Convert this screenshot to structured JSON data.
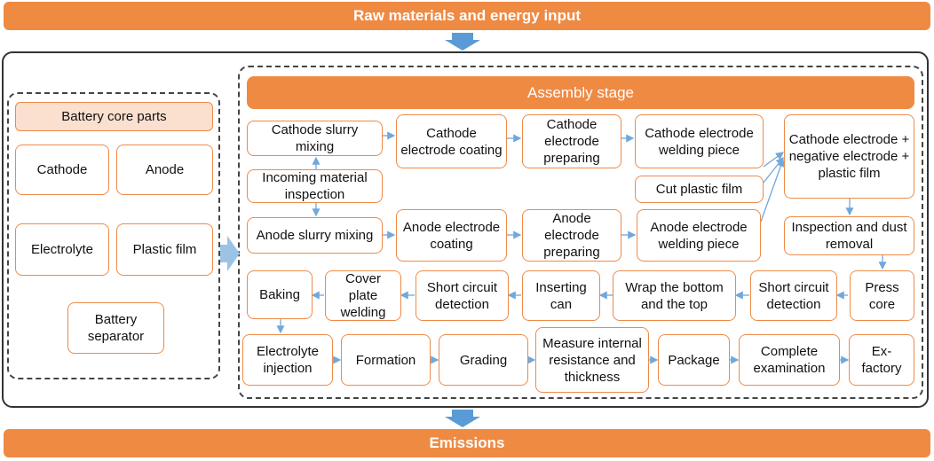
{
  "colors": {
    "accent": "#ef8a43",
    "box_border": "#ee8a47",
    "parts_head_bg": "#fbe0d0",
    "arrow_blue": "#6fa8dc",
    "big_arrow_blue": "#5b9bd5"
  },
  "header": {
    "title": "Raw materials and energy input"
  },
  "footer": {
    "title": "Emissions"
  },
  "battery_core": {
    "title": "Battery core parts",
    "parts": [
      "Cathode",
      "Anode",
      "Electrolyte",
      "Plastic film",
      "Battery separator"
    ]
  },
  "assembly": {
    "title": "Assembly stage",
    "steps": {
      "cathode_slurry": "Cathode slurry mixing",
      "incoming": "Incoming material inspection",
      "anode_slurry": "Anode slurry mixing",
      "cathode_coating": "Cathode electrode coating",
      "cathode_preparing": "Cathode electrode preparing",
      "cathode_welding": "Cathode electrode welding piece",
      "cut_film": "Cut plastic film",
      "anode_coating": "Anode electrode coating",
      "anode_preparing": "Anode electrode preparing",
      "anode_welding": "Anode electrode welding piece",
      "combine": "Cathode electrode + negative electrode + plastic film",
      "inspection_dust": "Inspection and dust removal",
      "press_core": "Press core",
      "short_circuit_1": "Short circuit detection",
      "wrap": "Wrap the bottom and the top",
      "inserting_can": "Inserting can",
      "short_circuit_2": "Short circuit detection",
      "cover_plate": "Cover plate welding",
      "baking": "Baking",
      "electrolyte_injection": "Electrolyte injection",
      "formation": "Formation",
      "grading": "Grading",
      "measure": "Measure internal resistance and thickness",
      "package": "Package",
      "complete_exam": "Complete examination",
      "ex_factory": "Ex-factory"
    }
  }
}
